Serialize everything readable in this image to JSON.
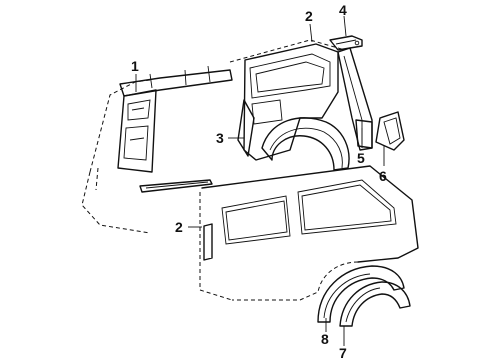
{
  "callouts": {
    "c1": "1",
    "c2a": "2",
    "c2b": "2",
    "c3": "3",
    "c4": "4",
    "c5": "5",
    "c6": "6",
    "c7": "7",
    "c8": "8"
  }
}
